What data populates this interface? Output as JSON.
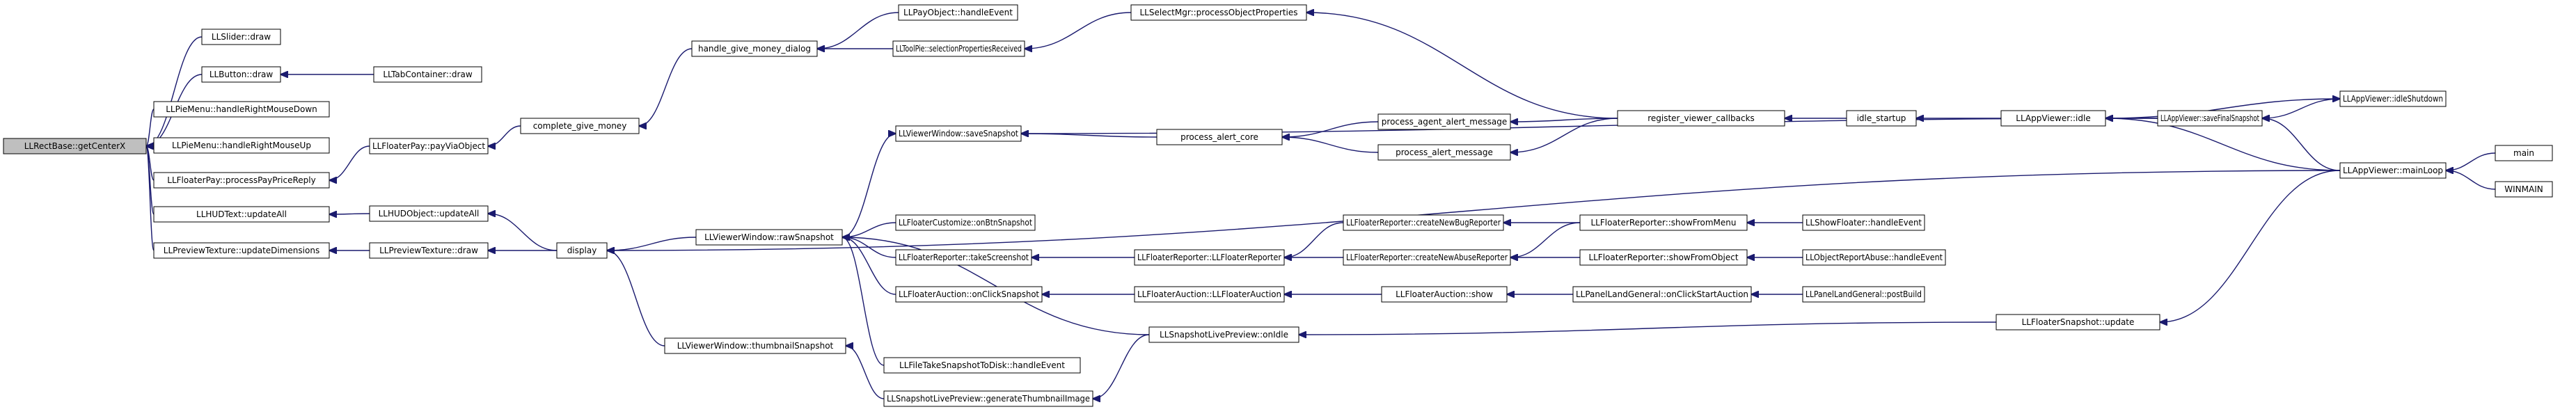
{
  "graph": {
    "colors": {
      "edge": "#1a1a6e",
      "node_border": "#000000",
      "root_fill": "#bfbfbf",
      "node_fill": "#ffffff"
    },
    "nodes": [
      {
        "id": "n0",
        "label": "LLRectBase::getCenterX",
        "root": true
      },
      {
        "id": "n1",
        "label": "LLSlider::draw"
      },
      {
        "id": "n2",
        "label": "LLButton::draw"
      },
      {
        "id": "n3",
        "label": "LLTabContainer::draw"
      },
      {
        "id": "n4",
        "label": "LLPieMenu::handleRightMouseDown"
      },
      {
        "id": "n5",
        "label": "LLPieMenu::handleRightMouseUp"
      },
      {
        "id": "n6",
        "label": "LLFloaterPay::processPayPriceReply"
      },
      {
        "id": "n7",
        "label": "LLFloaterPay::payViaObject"
      },
      {
        "id": "n8",
        "label": "complete_give_money"
      },
      {
        "id": "n9",
        "label": "handle_give_money_dialog"
      },
      {
        "id": "n10",
        "label": "LLPayObject::handleEvent"
      },
      {
        "id": "n11",
        "label": "LLToolPie::selectionPropertiesReceived"
      },
      {
        "id": "n12",
        "label": "LLSelectMgr::processObjectProperties"
      },
      {
        "id": "n13",
        "label": "LLHUDText::updateAll"
      },
      {
        "id": "n14",
        "label": "LLHUDObject::updateAll"
      },
      {
        "id": "n15",
        "label": "LLPreviewTexture::updateDimensions"
      },
      {
        "id": "n16",
        "label": "LLPreviewTexture::draw"
      },
      {
        "id": "n17",
        "label": "display"
      },
      {
        "id": "n18",
        "label": "LLViewerWindow::saveSnapshot"
      },
      {
        "id": "n19",
        "label": "process_alert_core"
      },
      {
        "id": "n20",
        "label": "process_agent_alert_message"
      },
      {
        "id": "n21",
        "label": "process_alert_message"
      },
      {
        "id": "n22",
        "label": "register_viewer_callbacks"
      },
      {
        "id": "n23",
        "label": "idle_startup"
      },
      {
        "id": "n24",
        "label": "LLAppViewer::idle"
      },
      {
        "id": "n25",
        "label": "LLAppViewer::saveFinalSnapshot"
      },
      {
        "id": "n26",
        "label": "LLAppViewer::idleShutdown"
      },
      {
        "id": "n27",
        "label": "LLAppViewer::mainLoop"
      },
      {
        "id": "n28",
        "label": "main"
      },
      {
        "id": "n29",
        "label": "WINMAIN"
      },
      {
        "id": "n30",
        "label": "LLViewerWindow::rawSnapshot"
      },
      {
        "id": "n31",
        "label": "LLFloaterCustomize::onBtnSnapshot"
      },
      {
        "id": "n32",
        "label": "LLFloaterReporter::takeScreenshot"
      },
      {
        "id": "n33",
        "label": "LLFloaterReporter::LLFloaterReporter"
      },
      {
        "id": "n34",
        "label": "LLFloaterReporter::createNewBugReporter"
      },
      {
        "id": "n35",
        "label": "LLFloaterReporter::createNewAbuseReporter"
      },
      {
        "id": "n36",
        "label": "LLFloaterReporter::showFromMenu"
      },
      {
        "id": "n37",
        "label": "LLFloaterReporter::showFromObject"
      },
      {
        "id": "n38",
        "label": "LLShowFloater::handleEvent"
      },
      {
        "id": "n39",
        "label": "LLObjectReportAbuse::handleEvent"
      },
      {
        "id": "n40",
        "label": "LLFloaterAuction::onClickSnapshot"
      },
      {
        "id": "n41",
        "label": "LLFloaterAuction::LLFloaterAuction"
      },
      {
        "id": "n42",
        "label": "LLFloaterAuction::show"
      },
      {
        "id": "n43",
        "label": "LLPanelLandGeneral::onClickStartAuction"
      },
      {
        "id": "n44",
        "label": "LLPanelLandGeneral::postBuild"
      },
      {
        "id": "n45",
        "label": "LLSnapshotLivePreview::onIdle"
      },
      {
        "id": "n46",
        "label": "LLFloaterSnapshot::update"
      },
      {
        "id": "n47",
        "label": "LLViewerWindow::thumbnailSnapshot"
      },
      {
        "id": "n48",
        "label": "LLFileTakeSnapshotToDisk::handleEvent"
      },
      {
        "id": "n49",
        "label": "LLSnapshotLivePreview::generateThumbnailImage"
      }
    ],
    "edges": [
      [
        "n1",
        "n0"
      ],
      [
        "n2",
        "n0"
      ],
      [
        "n4",
        "n0"
      ],
      [
        "n5",
        "n0"
      ],
      [
        "n6",
        "n0"
      ],
      [
        "n13",
        "n0"
      ],
      [
        "n15",
        "n0"
      ],
      [
        "n3",
        "n2"
      ],
      [
        "n7",
        "n6"
      ],
      [
        "n8",
        "n7"
      ],
      [
        "n9",
        "n8"
      ],
      [
        "n10",
        "n9"
      ],
      [
        "n11",
        "n9"
      ],
      [
        "n12",
        "n11"
      ],
      [
        "n22",
        "n12"
      ],
      [
        "n14",
        "n13"
      ],
      [
        "n17",
        "n14"
      ],
      [
        "n16",
        "n15"
      ],
      [
        "n17",
        "n16"
      ],
      [
        "n27",
        "n17"
      ],
      [
        "n30",
        "n17"
      ],
      [
        "n47",
        "n17"
      ],
      [
        "n30",
        "n18"
      ],
      [
        "n25",
        "n18"
      ],
      [
        "n19",
        "n18"
      ],
      [
        "n20",
        "n19"
      ],
      [
        "n21",
        "n19"
      ],
      [
        "n22",
        "n20"
      ],
      [
        "n22",
        "n21"
      ],
      [
        "n23",
        "n22"
      ],
      [
        "n24",
        "n23"
      ],
      [
        "n25",
        "n24"
      ],
      [
        "n27",
        "n24"
      ],
      [
        "n26",
        "n25"
      ],
      [
        "n27",
        "n25"
      ],
      [
        "n24",
        "n26"
      ],
      [
        "n28",
        "n27"
      ],
      [
        "n29",
        "n27"
      ],
      [
        "n31",
        "n30"
      ],
      [
        "n32",
        "n30"
      ],
      [
        "n40",
        "n30"
      ],
      [
        "n45",
        "n30"
      ],
      [
        "n48",
        "n30"
      ],
      [
        "n33",
        "n32"
      ],
      [
        "n34",
        "n33"
      ],
      [
        "n35",
        "n33"
      ],
      [
        "n36",
        "n34"
      ],
      [
        "n36",
        "n35"
      ],
      [
        "n37",
        "n35"
      ],
      [
        "n38",
        "n36"
      ],
      [
        "n39",
        "n37"
      ],
      [
        "n41",
        "n40"
      ],
      [
        "n42",
        "n41"
      ],
      [
        "n43",
        "n42"
      ],
      [
        "n44",
        "n43"
      ],
      [
        "n46",
        "n45"
      ],
      [
        "n27",
        "n46"
      ],
      [
        "n49",
        "n47"
      ],
      [
        "n45",
        "n49"
      ]
    ]
  }
}
